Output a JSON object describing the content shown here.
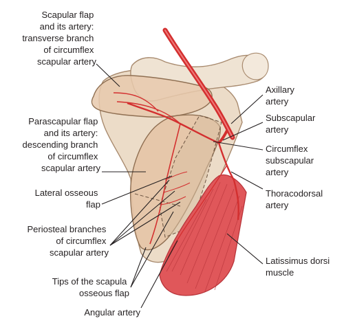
{
  "labels": {
    "scapular_flap": [
      "Scapular flap",
      "and its artery:",
      "transverse branch",
      "of circumflex",
      "scapular artery"
    ],
    "parascapular_flap": [
      "Parascapular flap",
      "and its artery:",
      "descending branch",
      "of circumflex",
      "scapular artery"
    ],
    "lateral_osseous": [
      "Lateral osseous",
      "flap"
    ],
    "periosteal": [
      "Periosteal branches",
      "of circumflex",
      "scapular artery"
    ],
    "tips": [
      "Tips of the scapula",
      "osseous flap"
    ],
    "angular": [
      "Angular artery"
    ],
    "axillary": [
      "Axillary",
      "artery"
    ],
    "subscapular": [
      "Subscapular",
      "artery"
    ],
    "circumflex_subscapular": [
      "Circumflex",
      "subscapular",
      "artery"
    ],
    "thoracodorsal": [
      "Thoracodorsal",
      "artery"
    ],
    "latissimus": [
      "Latissimus dorsi",
      "muscle"
    ]
  },
  "colors": {
    "bone_fill": "#ecdcc8",
    "bone_shade": "#d9bfa2",
    "bone_outline": "#a88a6e",
    "flap_fill": "#e8c9ad",
    "artery": "#d32f2f",
    "artery_dark": "#a51d1d",
    "muscle": "#e0575a",
    "muscle_dark": "#b8343a",
    "line": "#231f20"
  }
}
